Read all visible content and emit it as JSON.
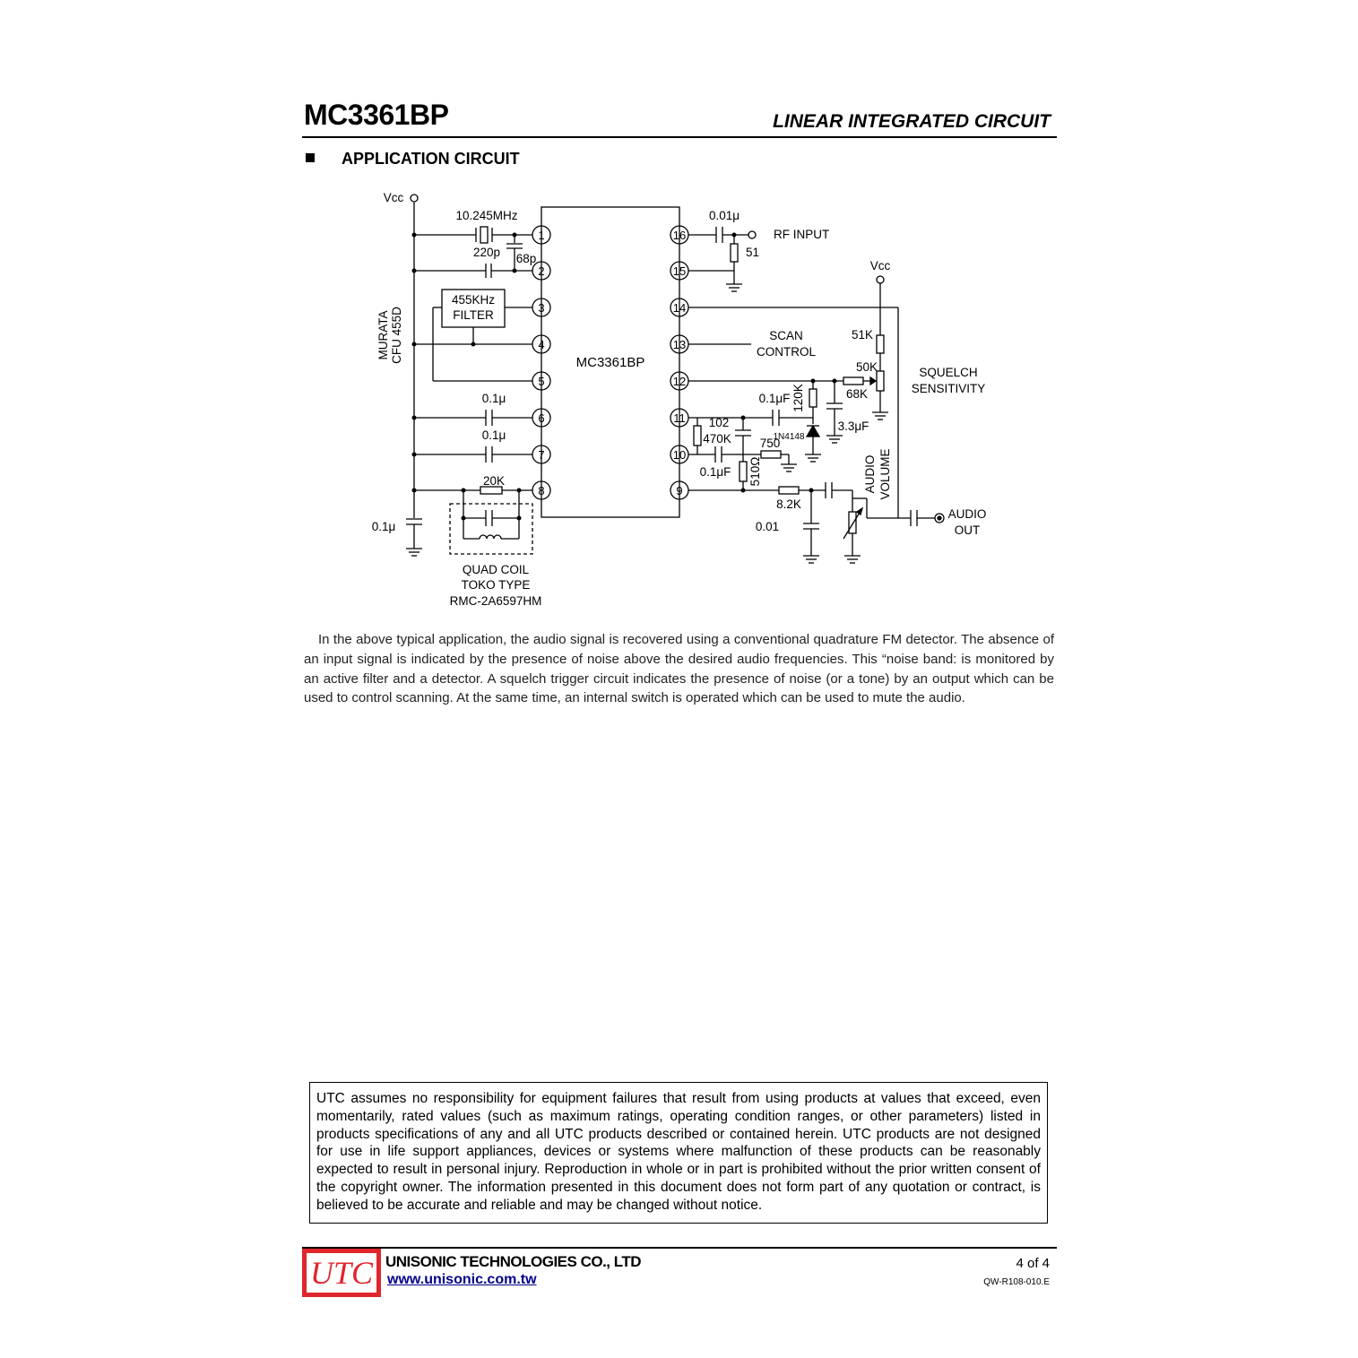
{
  "header": {
    "part_number": "MC3361BP",
    "category": "LINEAR INTEGRATED CIRCUIT"
  },
  "section": {
    "title": "APPLICATION CIRCUIT"
  },
  "circuit": {
    "ic_label": "MC3361BP",
    "pins": [
      "1",
      "2",
      "3",
      "4",
      "5",
      "6",
      "7",
      "8",
      "9",
      "10",
      "11",
      "12",
      "13",
      "14",
      "15",
      "16"
    ],
    "labels": {
      "vcc_left": "Vcc",
      "vcc_right": "Vcc",
      "crystal": "10.245MHz",
      "cap_220p": "220p",
      "cap_68p": "68p",
      "filter_line1": "455KHz",
      "filter_line2": "FILTER",
      "murata_line1": "MURATA",
      "murata_line2": "CFU 455D",
      "cap_pin6": "0.1μ",
      "cap_pin7": "0.1μ",
      "res_20k": "20K",
      "cap_bottom_left": "0.1μ",
      "quad_line1": "QUAD COIL",
      "quad_line2": "TOKO TYPE",
      "quad_line3": "RMC-2A6597HM",
      "cap_rf": "0.01μ",
      "rf_input": "RF INPUT",
      "res_51": "51",
      "scan_line1": "SCAN",
      "scan_line2": "CONTROL",
      "res_51k": "51K",
      "res_50k": "50K",
      "squelch_line1": "SQUELCH",
      "squelch_line2": "SENSITIVITY",
      "res_68k": "68K",
      "cap_01uf_a": "0.1μF",
      "res_120k": "120K",
      "cap_102": "102",
      "res_470k": "470K",
      "diode": "1N4148",
      "cap_33uf": "3.3μF",
      "res_750": "750",
      "cap_01uf_b": "0.1μF",
      "res_510": "510Ω",
      "audio_vol_line1": "AUDIO",
      "audio_vol_line2": "VOLUME",
      "res_82k": "8.2K",
      "cap_001": "0.01",
      "audio_out_line1": "AUDIO",
      "audio_out_line2": "OUT"
    }
  },
  "description": "In the above typical application, the audio signal is recovered using a conventional quadrature FM detector. The absence of an input signal is indicated by the presence of noise above the desired audio frequencies. This “noise band: is monitored by an active filter and a detector. A squelch trigger circuit indicates the presence of noise (or a tone) by an output which can be used to control scanning. At the same time, an internal switch is operated which can be used to mute the audio.",
  "disclaimer": "UTC assumes no responsibility for equipment failures that result from using products at values that exceed, even momentarily, rated values (such as maximum ratings, operating condition ranges, or other parameters) listed in products specifications of any and all UTC products described or contained herein. UTC products are not designed for use in life support appliances, devices or systems where malfunction of these products can be reasonably expected to result in personal injury. Reproduction in whole or in part is prohibited without the prior written consent of the copyright owner. The information presented in this document does not form part of any quotation or contract, is believed to be accurate and reliable and may be changed without notice.",
  "footer": {
    "logo_text": "UTC",
    "company": "UNISONIC TECHNOLOGIES CO., LTD",
    "website": "www.unisonic.com.tw",
    "page": "4 of 4",
    "doc_number": "QW-R108-010.E"
  },
  "colors": {
    "logo_red": "#e0262d",
    "link_blue": "#00008b"
  }
}
